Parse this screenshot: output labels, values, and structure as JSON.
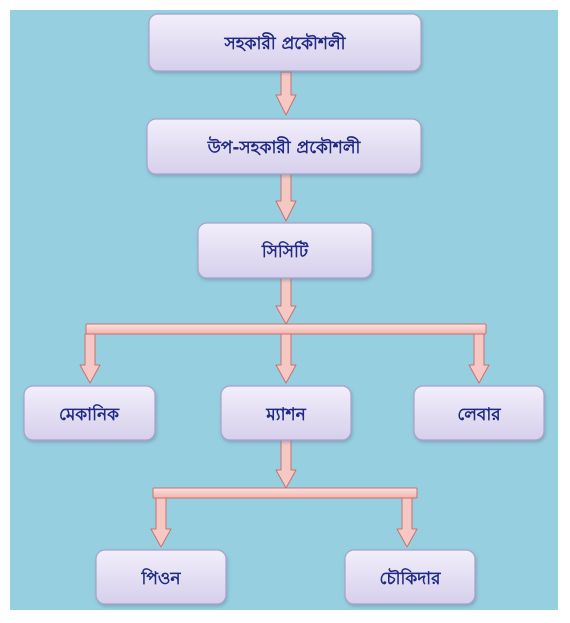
{
  "colors": {
    "background": "#96cfe0",
    "box_fill_top": "#f2eefa",
    "box_fill_bottom": "#d6cfec",
    "box_stroke": "#a9a1c9",
    "box_text": "#1f2a86",
    "arrow_fill": "#f6c8c4",
    "arrow_stroke": "#c9706e"
  },
  "nodes": {
    "sohokari_prokoushali": "সহকারী প্রকৌশলী",
    "up_sohokari_prokoushali": "উপ-সহকারী প্রকৌশলী",
    "cc": "সিসিটি",
    "mechanic": "মেকানিক",
    "mason": "ম্যাশন",
    "labor": "লেবার",
    "peon": "পিওন",
    "chowkidar": "চৌকিদার"
  }
}
